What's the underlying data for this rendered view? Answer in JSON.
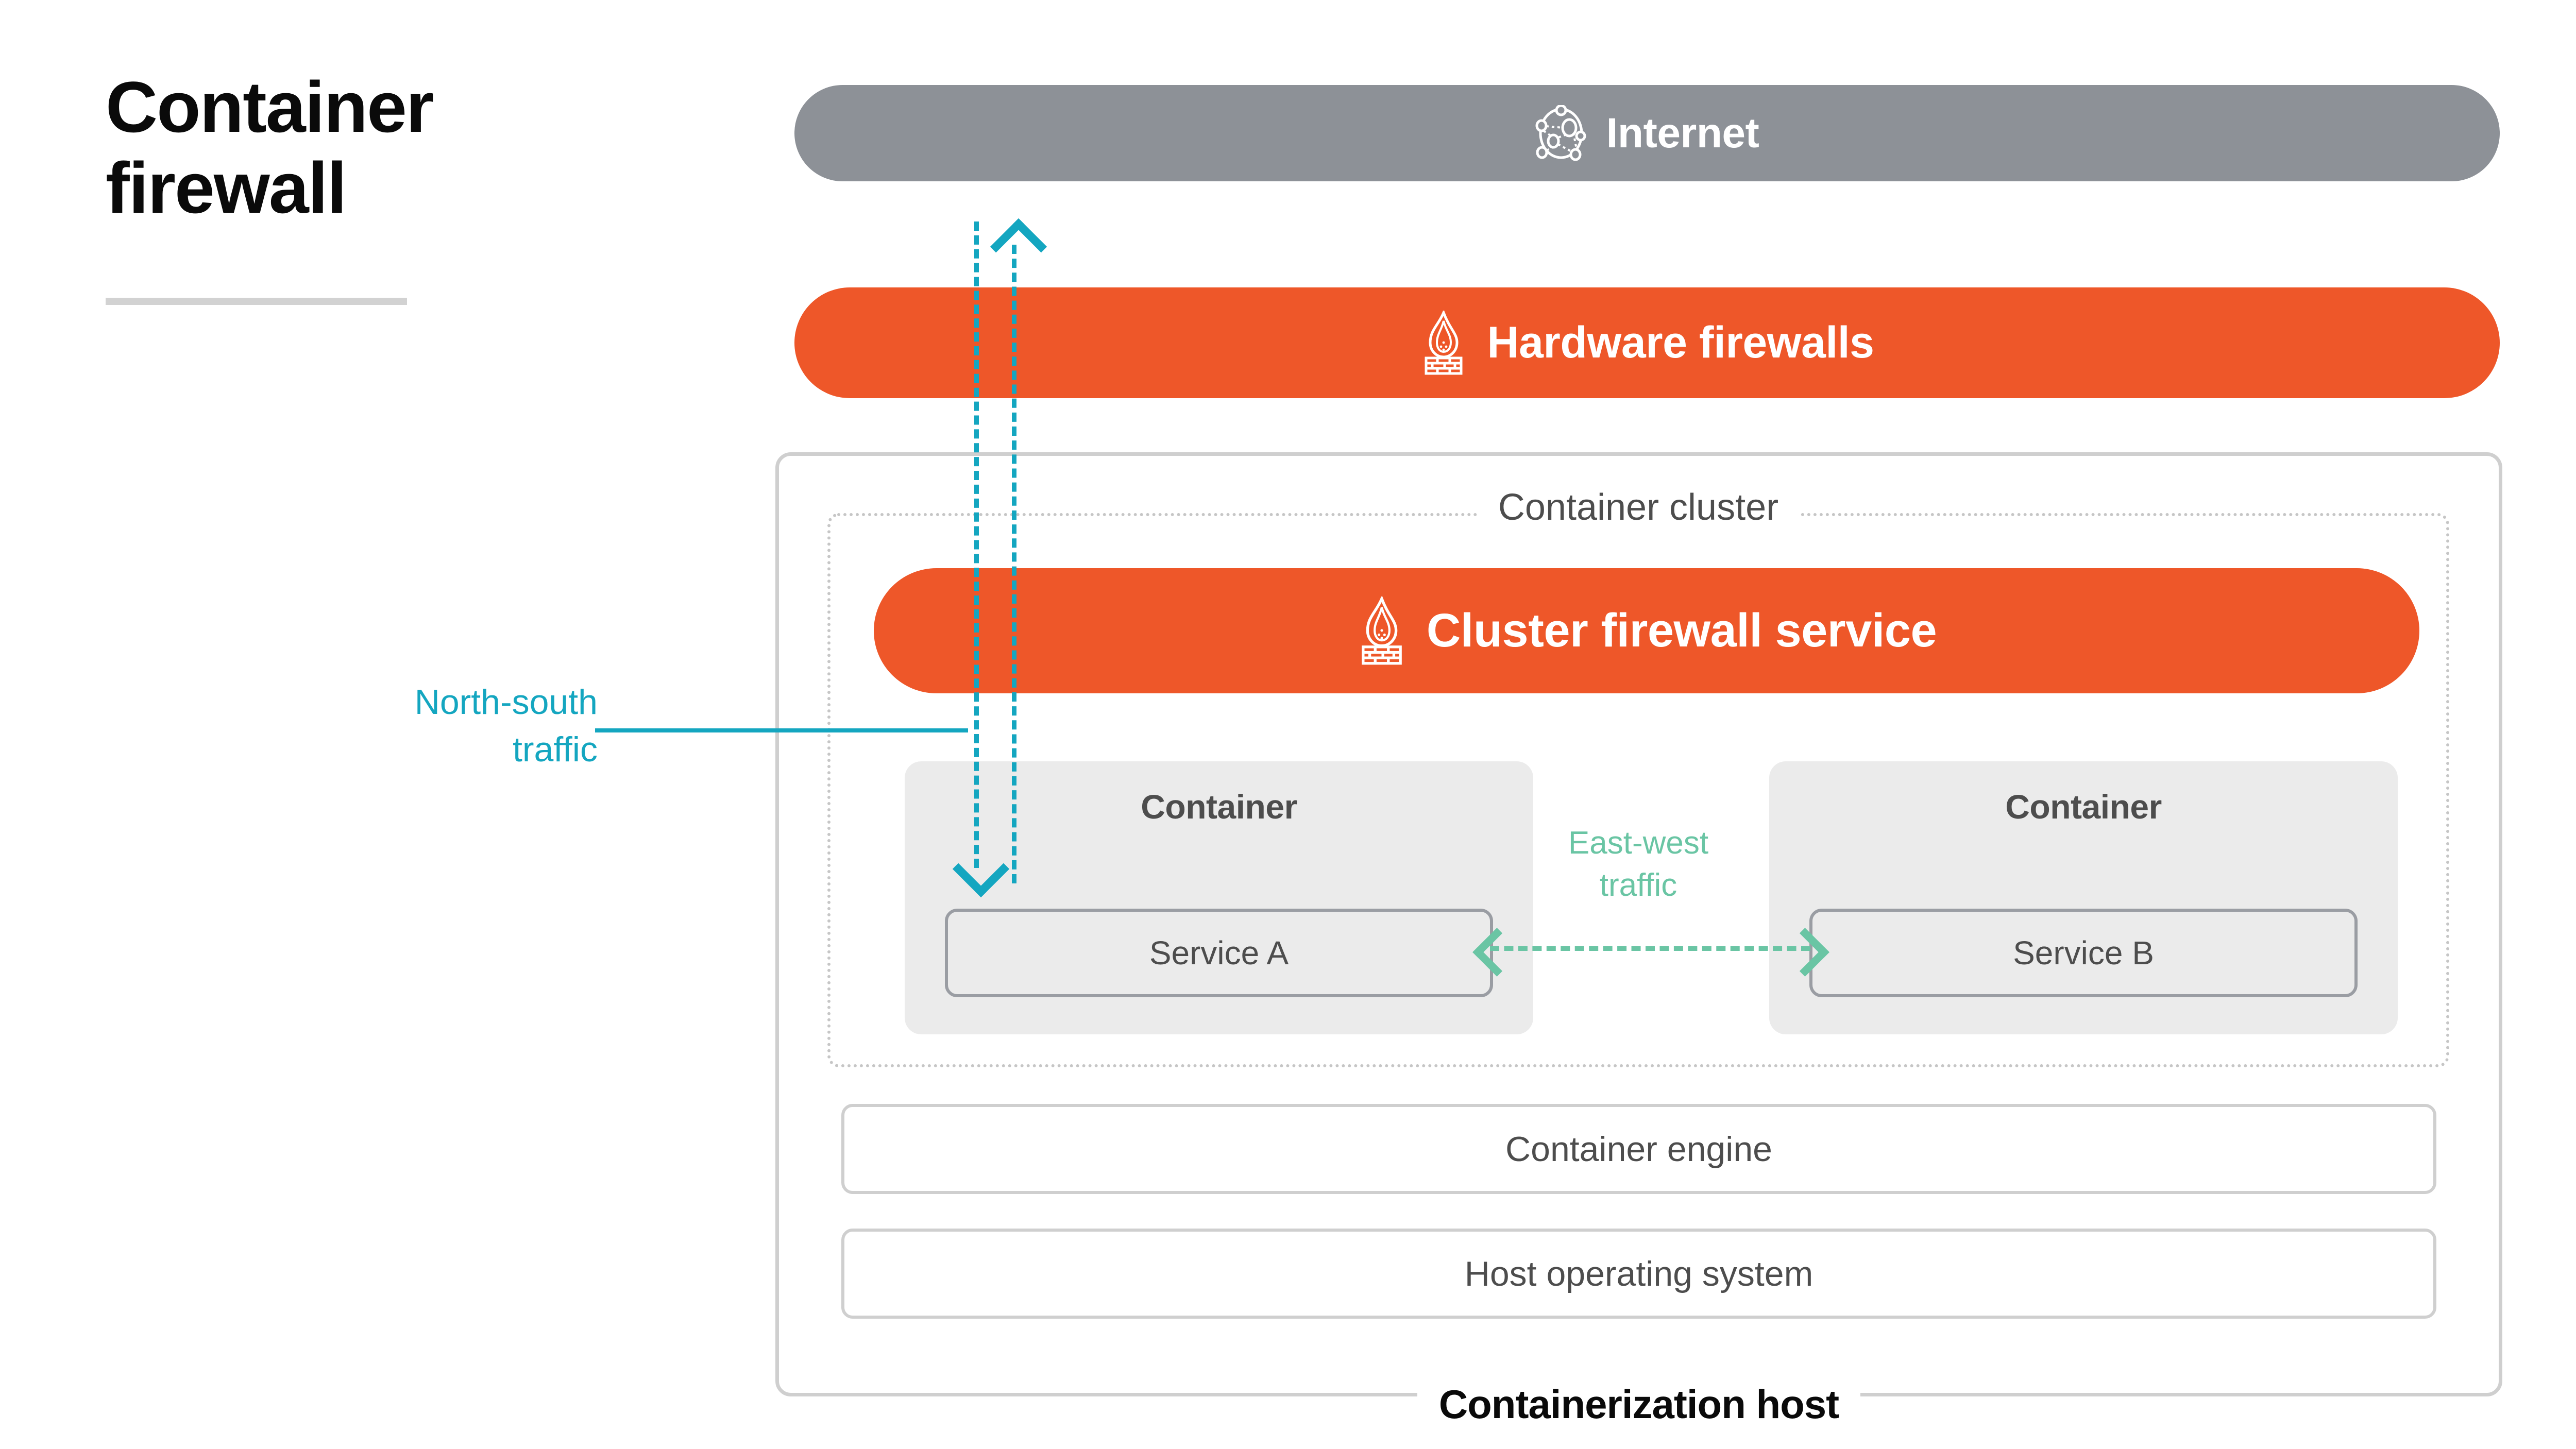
{
  "title": {
    "text": "Container\nfirewall"
  },
  "diagram": {
    "internet": {
      "label": "Internet",
      "icon": "globe-network-icon",
      "color": "#8d9197"
    },
    "hardware_firewalls": {
      "label": "Hardware firewalls",
      "icon": "firewall-flame-brick-icon",
      "color": "#ee5729"
    },
    "host": {
      "label": "Containerization host",
      "border_color": "#cfcfcf"
    },
    "cluster": {
      "label": "Container cluster",
      "border_color": "#c6c6c6"
    },
    "cluster_firewall": {
      "label": "Cluster firewall service",
      "icon": "firewall-flame-brick-icon",
      "color": "#ee5729"
    },
    "containers": [
      {
        "heading": "Container",
        "service": "Service A"
      },
      {
        "heading": "Container",
        "service": "Service B"
      }
    ],
    "layers": [
      {
        "label": "Container engine"
      },
      {
        "label": "Host operating system"
      }
    ],
    "traffic": {
      "north_south": {
        "label": "North-south\ntraffic",
        "color": "#14a6c0"
      },
      "east_west": {
        "label": "East-west\ntraffic",
        "color": "#6ac5a4"
      }
    }
  }
}
